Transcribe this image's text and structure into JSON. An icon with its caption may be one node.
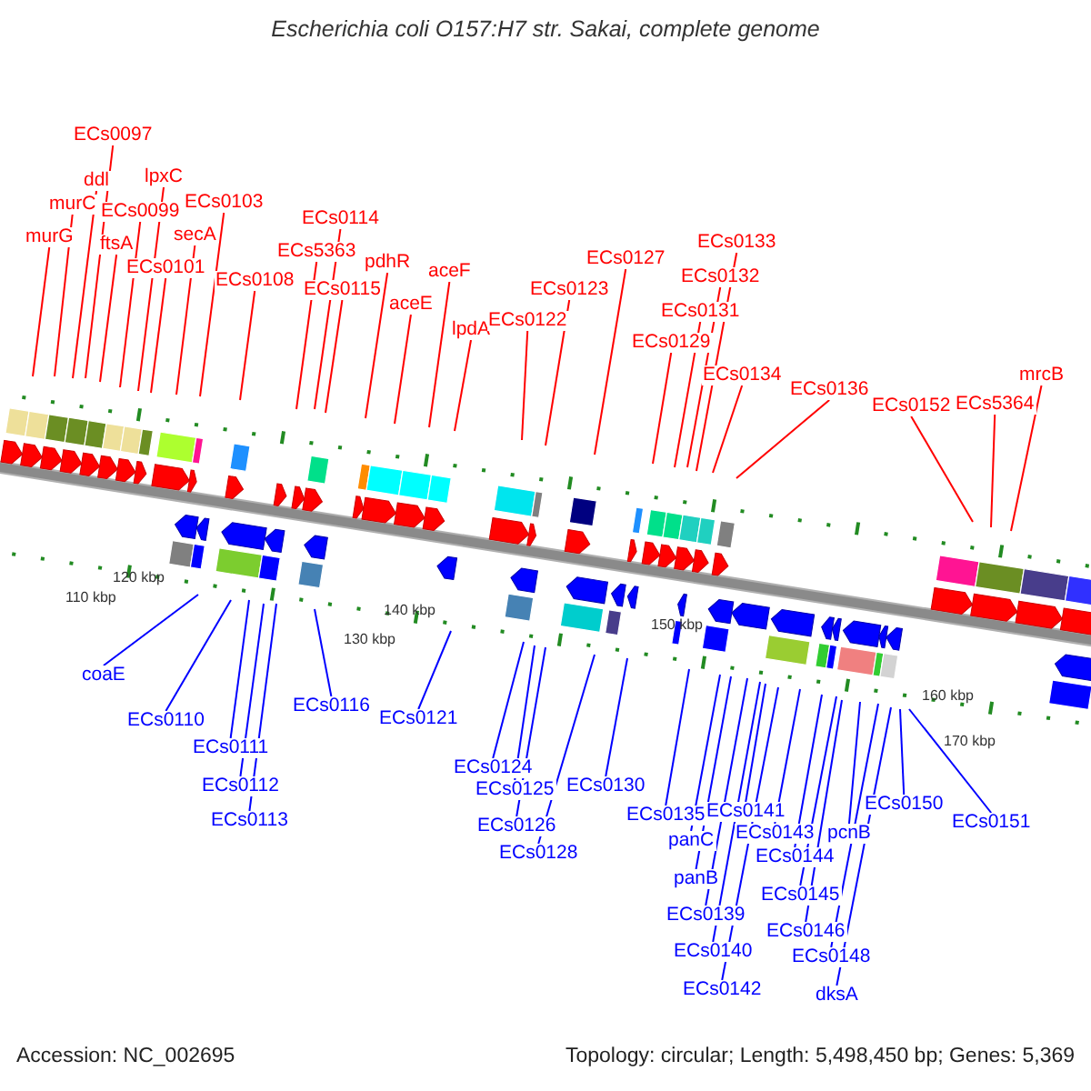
{
  "diagram": {
    "title": "Escherichia coli O157:H7 str. Sakai, complete genome",
    "nodes": [
      {
        "text": [
          "murG"
        ]
      },
      {
        "text": [
          "murC"
        ]
      },
      {
        "text": [
          "ddl"
        ]
      },
      {
        "text": [
          "ECs0097"
        ]
      },
      {
        "text": [
          "ftsA"
        ]
      },
      {
        "text": [
          "ECs0099"
        ]
      },
      {
        "text": [
          "lpxC"
        ]
      },
      {
        "text": [
          "ECs0101"
        ]
      },
      {
        "text": [
          "secA"
        ]
      },
      {
        "text": [
          "ECs0103"
        ]
      },
      {
        "text": [
          "ECs0108"
        ]
      },
      {
        "text": [
          "ECs5363"
        ]
      },
      {
        "text": [
          "ECs0114"
        ]
      },
      {
        "text": [
          "ECs0115"
        ]
      },
      {
        "text": [
          "pdhR"
        ]
      },
      {
        "text": [
          "aceE"
        ]
      },
      {
        "text": [
          "aceF"
        ]
      },
      {
        "text": [
          "lpdA"
        ]
      },
      {
        "text": [
          "ECs0122"
        ]
      },
      {
        "text": [
          "ECs0123"
        ]
      },
      {
        "text": [
          "ECs0127"
        ]
      },
      {
        "text": [
          "ECs0129"
        ]
      },
      {
        "text": [
          "ECs0131"
        ]
      },
      {
        "text": [
          "ECs0132"
        ]
      },
      {
        "text": [
          "ECs0133"
        ]
      },
      {
        "text": [
          "ECs0134"
        ]
      },
      {
        "text": [
          "ECs0136"
        ]
      },
      {
        "text": [
          "ECs0152"
        ]
      },
      {
        "text": [
          "ECs5364"
        ]
      },
      {
        "text": [
          "mrcB"
        ]
      },
      {
        "text": [
          "coaE"
        ]
      },
      {
        "text": [
          "ECs0110"
        ]
      },
      {
        "text": [
          "ECs0111"
        ]
      },
      {
        "text": [
          "ECs0112"
        ]
      },
      {
        "text": [
          "ECs0113"
        ]
      },
      {
        "text": [
          "ECs0116"
        ]
      },
      {
        "text": [
          "ECs0121"
        ]
      },
      {
        "text": [
          "ECs0124"
        ]
      },
      {
        "text": [
          "ECs0125"
        ]
      },
      {
        "text": [
          "ECs0126"
        ]
      },
      {
        "text": [
          "ECs0128"
        ]
      },
      {
        "text": [
          "ECs0130"
        ]
      },
      {
        "text": [
          "ECs0135"
        ]
      },
      {
        "text": [
          "panC"
        ]
      },
      {
        "text": [
          "panB"
        ]
      },
      {
        "text": [
          "ECs0139"
        ]
      },
      {
        "text": [
          "ECs0140"
        ]
      },
      {
        "text": [
          "ECs0141"
        ]
      },
      {
        "text": [
          "ECs0142"
        ]
      },
      {
        "text": [
          "ECs0143"
        ]
      },
      {
        "text": [
          "ECs0144"
        ]
      },
      {
        "text": [
          "ECs0145"
        ]
      },
      {
        "text": [
          "ECs0146"
        ]
      },
      {
        "text": [
          "pcnB"
        ]
      },
      {
        "text": [
          "ECs0148"
        ]
      },
      {
        "text": [
          "dksA"
        ]
      },
      {
        "text": [
          "ECs0150"
        ]
      },
      {
        "text": [
          "ECs0151"
        ]
      }
    ],
    "edges": [
      {
        "from": 0,
        "to": null,
        "arrow": "none"
      },
      {
        "from": 1,
        "to": null,
        "arrow": "none"
      },
      {
        "from": 2,
        "to": null,
        "arrow": "none"
      },
      {
        "from": 3,
        "to": null,
        "arrow": "none"
      },
      {
        "from": 4,
        "to": null,
        "arrow": "none"
      },
      {
        "from": 5,
        "to": null,
        "arrow": "none"
      },
      {
        "from": 6,
        "to": null,
        "arrow": "none"
      },
      {
        "from": 7,
        "to": null,
        "arrow": "none"
      },
      {
        "from": 8,
        "to": null,
        "arrow": "none"
      },
      {
        "from": 9,
        "to": null,
        "arrow": "none"
      },
      {
        "from": 10,
        "to": null,
        "arrow": "none"
      },
      {
        "from": 11,
        "to": null,
        "arrow": "none"
      },
      {
        "from": 12,
        "to": null,
        "arrow": "none"
      },
      {
        "from": 13,
        "to": null,
        "arrow": "none"
      },
      {
        "from": 14,
        "to": null,
        "arrow": "none"
      },
      {
        "from": 15,
        "to": null,
        "arrow": "none"
      },
      {
        "from": 16,
        "to": null,
        "arrow": "none"
      },
      {
        "from": 17,
        "to": null,
        "arrow": "none"
      },
      {
        "from": 18,
        "to": null,
        "arrow": "none"
      },
      {
        "from": 19,
        "to": null,
        "arrow": "none"
      },
      {
        "from": 20,
        "to": null,
        "arrow": "none"
      },
      {
        "from": 21,
        "to": null,
        "arrow": "none"
      },
      {
        "from": 22,
        "to": null,
        "arrow": "none"
      },
      {
        "from": 23,
        "to": null,
        "arrow": "none"
      },
      {
        "from": 24,
        "to": null,
        "arrow": "none"
      },
      {
        "from": 25,
        "to": null,
        "arrow": "none"
      },
      {
        "from": 26,
        "to": null,
        "arrow": "none"
      },
      {
        "from": 27,
        "to": null,
        "arrow": "none"
      },
      {
        "from": 28,
        "to": null,
        "arrow": "none"
      },
      {
        "from": 29,
        "to": null,
        "arrow": "none"
      },
      {
        "from": 30,
        "to": null,
        "arrow": "none",
        "color": "#0000ff"
      },
      {
        "from": 31,
        "to": null,
        "arrow": "none",
        "color": "#0000ff"
      },
      {
        "from": 32,
        "to": null,
        "arrow": "none",
        "color": "#0000ff"
      },
      {
        "from": 33,
        "to": null,
        "arrow": "none",
        "color": "#0000ff"
      },
      {
        "from": 34,
        "to": null,
        "arrow": "none",
        "color": "#0000ff"
      },
      {
        "from": 35,
        "to": null,
        "arrow": "none",
        "color": "#0000ff"
      },
      {
        "from": 36,
        "to": null,
        "arrow": "none",
        "color": "#0000ff"
      },
      {
        "from": 37,
        "to": null,
        "arrow": "none",
        "color": "#0000ff"
      },
      {
        "from": 38,
        "to": null,
        "arrow": "none",
        "color": "#0000ff"
      },
      {
        "from": 39,
        "to": null,
        "arrow": "none",
        "color": "#0000ff"
      },
      {
        "from": 40,
        "to": null,
        "arrow": "none",
        "color": "#0000ff"
      },
      {
        "from": 41,
        "to": null,
        "arrow": "none",
        "color": "#0000ff"
      },
      {
        "from": 42,
        "to": null,
        "arrow": "none",
        "color": "#0000ff"
      },
      {
        "from": 43,
        "to": null,
        "arrow": "none",
        "color": "#0000ff"
      },
      {
        "from": 44,
        "to": null,
        "arrow": "none",
        "color": "#0000ff"
      },
      {
        "from": 45,
        "to": null,
        "arrow": "none",
        "color": "#0000ff"
      },
      {
        "from": 46,
        "to": null,
        "arrow": "none",
        "color": "#0000ff"
      },
      {
        "from": 47,
        "to": null,
        "arrow": "none",
        "color": "#0000ff"
      },
      {
        "from": 48,
        "to": null,
        "arrow": "none",
        "color": "#0000ff"
      },
      {
        "from": 49,
        "to": null,
        "arrow": "none",
        "color": "#0000ff"
      },
      {
        "from": 50,
        "to": null,
        "arrow": "none",
        "color": "#0000ff"
      },
      {
        "from": 51,
        "to": null,
        "arrow": "none",
        "color": "#0000ff"
      },
      {
        "from": 52,
        "to": null,
        "arrow": "none",
        "color": "#0000ff"
      },
      {
        "from": 53,
        "to": null,
        "arrow": "none",
        "color": "#0000ff"
      },
      {
        "from": 54,
        "to": null,
        "arrow": "none",
        "color": "#0000ff"
      },
      {
        "from": 55,
        "to": null,
        "arrow": "none",
        "color": "#0000ff"
      },
      {
        "from": 56,
        "to": null,
        "arrow": "none",
        "color": "#0000ff"
      },
      {
        "from": 57,
        "to": null,
        "arrow": "none",
        "color": "#0000ff"
      }
    ],
    "labels": [
      "110 kbp",
      "120 kbp",
      "130 kbp",
      "140 kbp",
      "150 kbp",
      "160 kbp",
      "170 kbp",
      "Accession: NC_002695",
      "Topology: circular; Length: 5,498,450 bp; Genes: 5,369"
    ]
  }
}
